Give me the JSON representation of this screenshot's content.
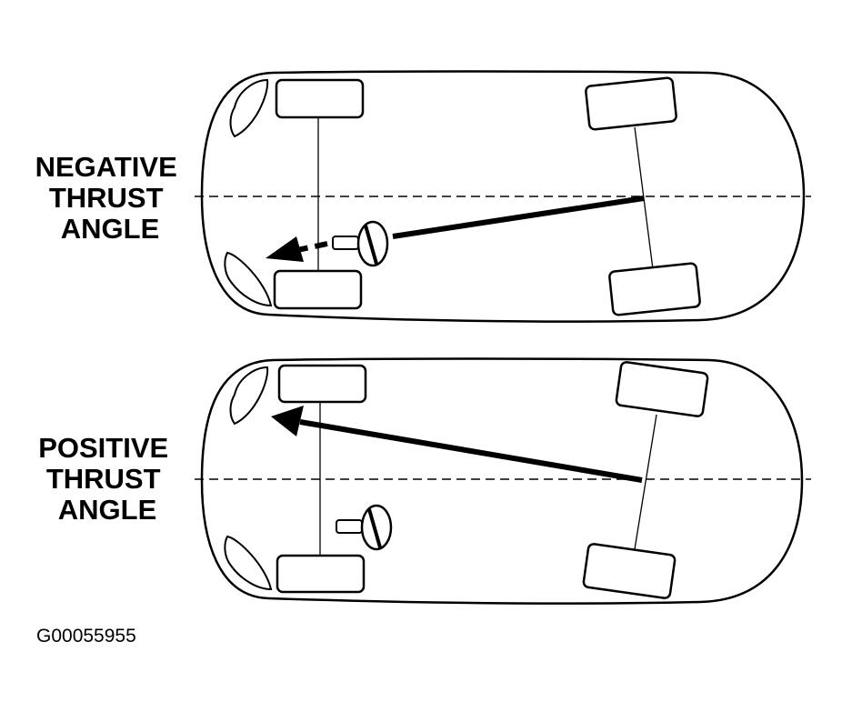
{
  "diagrams": [
    {
      "label_lines": [
        "NEGATIVE",
        "THRUST",
        "ANGLE"
      ]
    },
    {
      "label_lines": [
        "POSITIVE",
        "THRUST",
        "ANGLE"
      ]
    }
  ],
  "figure_id": "G00055955"
}
